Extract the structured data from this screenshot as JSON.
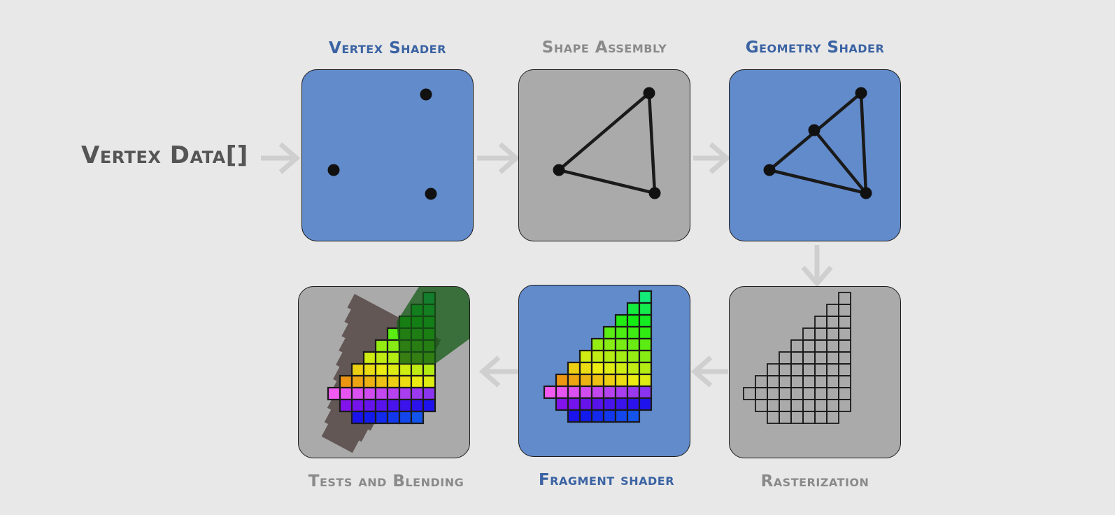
{
  "input_label": "Vertex Data[]",
  "stages": {
    "vertex_shader": {
      "label": "Vertex Shader",
      "kind": "programmable"
    },
    "shape_assembly": {
      "label": "Shape Assembly",
      "kind": "fixed"
    },
    "geometry_shader": {
      "label": "Geometry Shader",
      "kind": "programmable"
    },
    "rasterization": {
      "label": "Rasterization",
      "kind": "fixed"
    },
    "fragment_shader": {
      "label": "Fragment shader",
      "kind": "programmable"
    },
    "tests_blending": {
      "label": "Tests and Blending",
      "kind": "fixed"
    }
  },
  "colors": {
    "background": "#e8e8e8",
    "programmable_fill": "#628bcb",
    "fixed_fill": "#aaaaaa",
    "programmable_text": "#3b63a3",
    "fixed_text": "#8a8a8a",
    "arrow": "#cfcfcf",
    "ink": "#1a1a1a"
  }
}
